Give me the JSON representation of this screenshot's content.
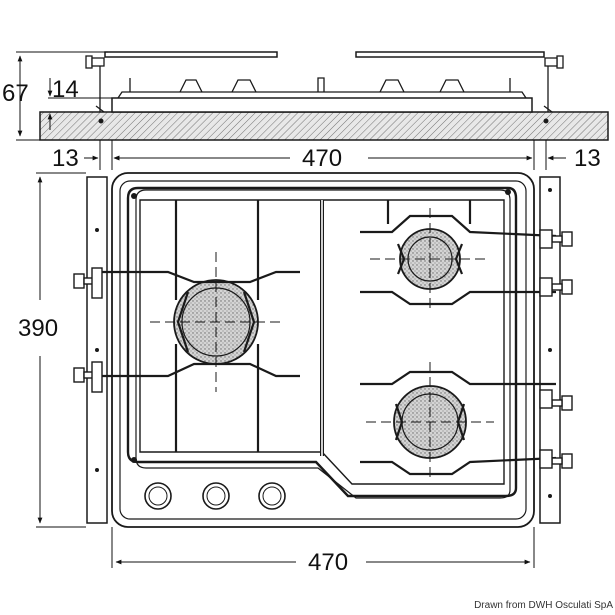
{
  "dimensions": {
    "total_height": "67",
    "top_height": "14",
    "side_left": "13",
    "width_top": "470",
    "side_right": "13",
    "depth": "390",
    "width_bottom": "470"
  },
  "credit": "Drawn from DWH Osculati SpA",
  "colors": {
    "line": "#1a1a1a",
    "hatch_fill": "#e6e6e6",
    "burner_fill": "#cfcfcf",
    "background": "#ffffff"
  },
  "icons": [
    "burner-icon",
    "knob-icon",
    "hinge-icon"
  ]
}
